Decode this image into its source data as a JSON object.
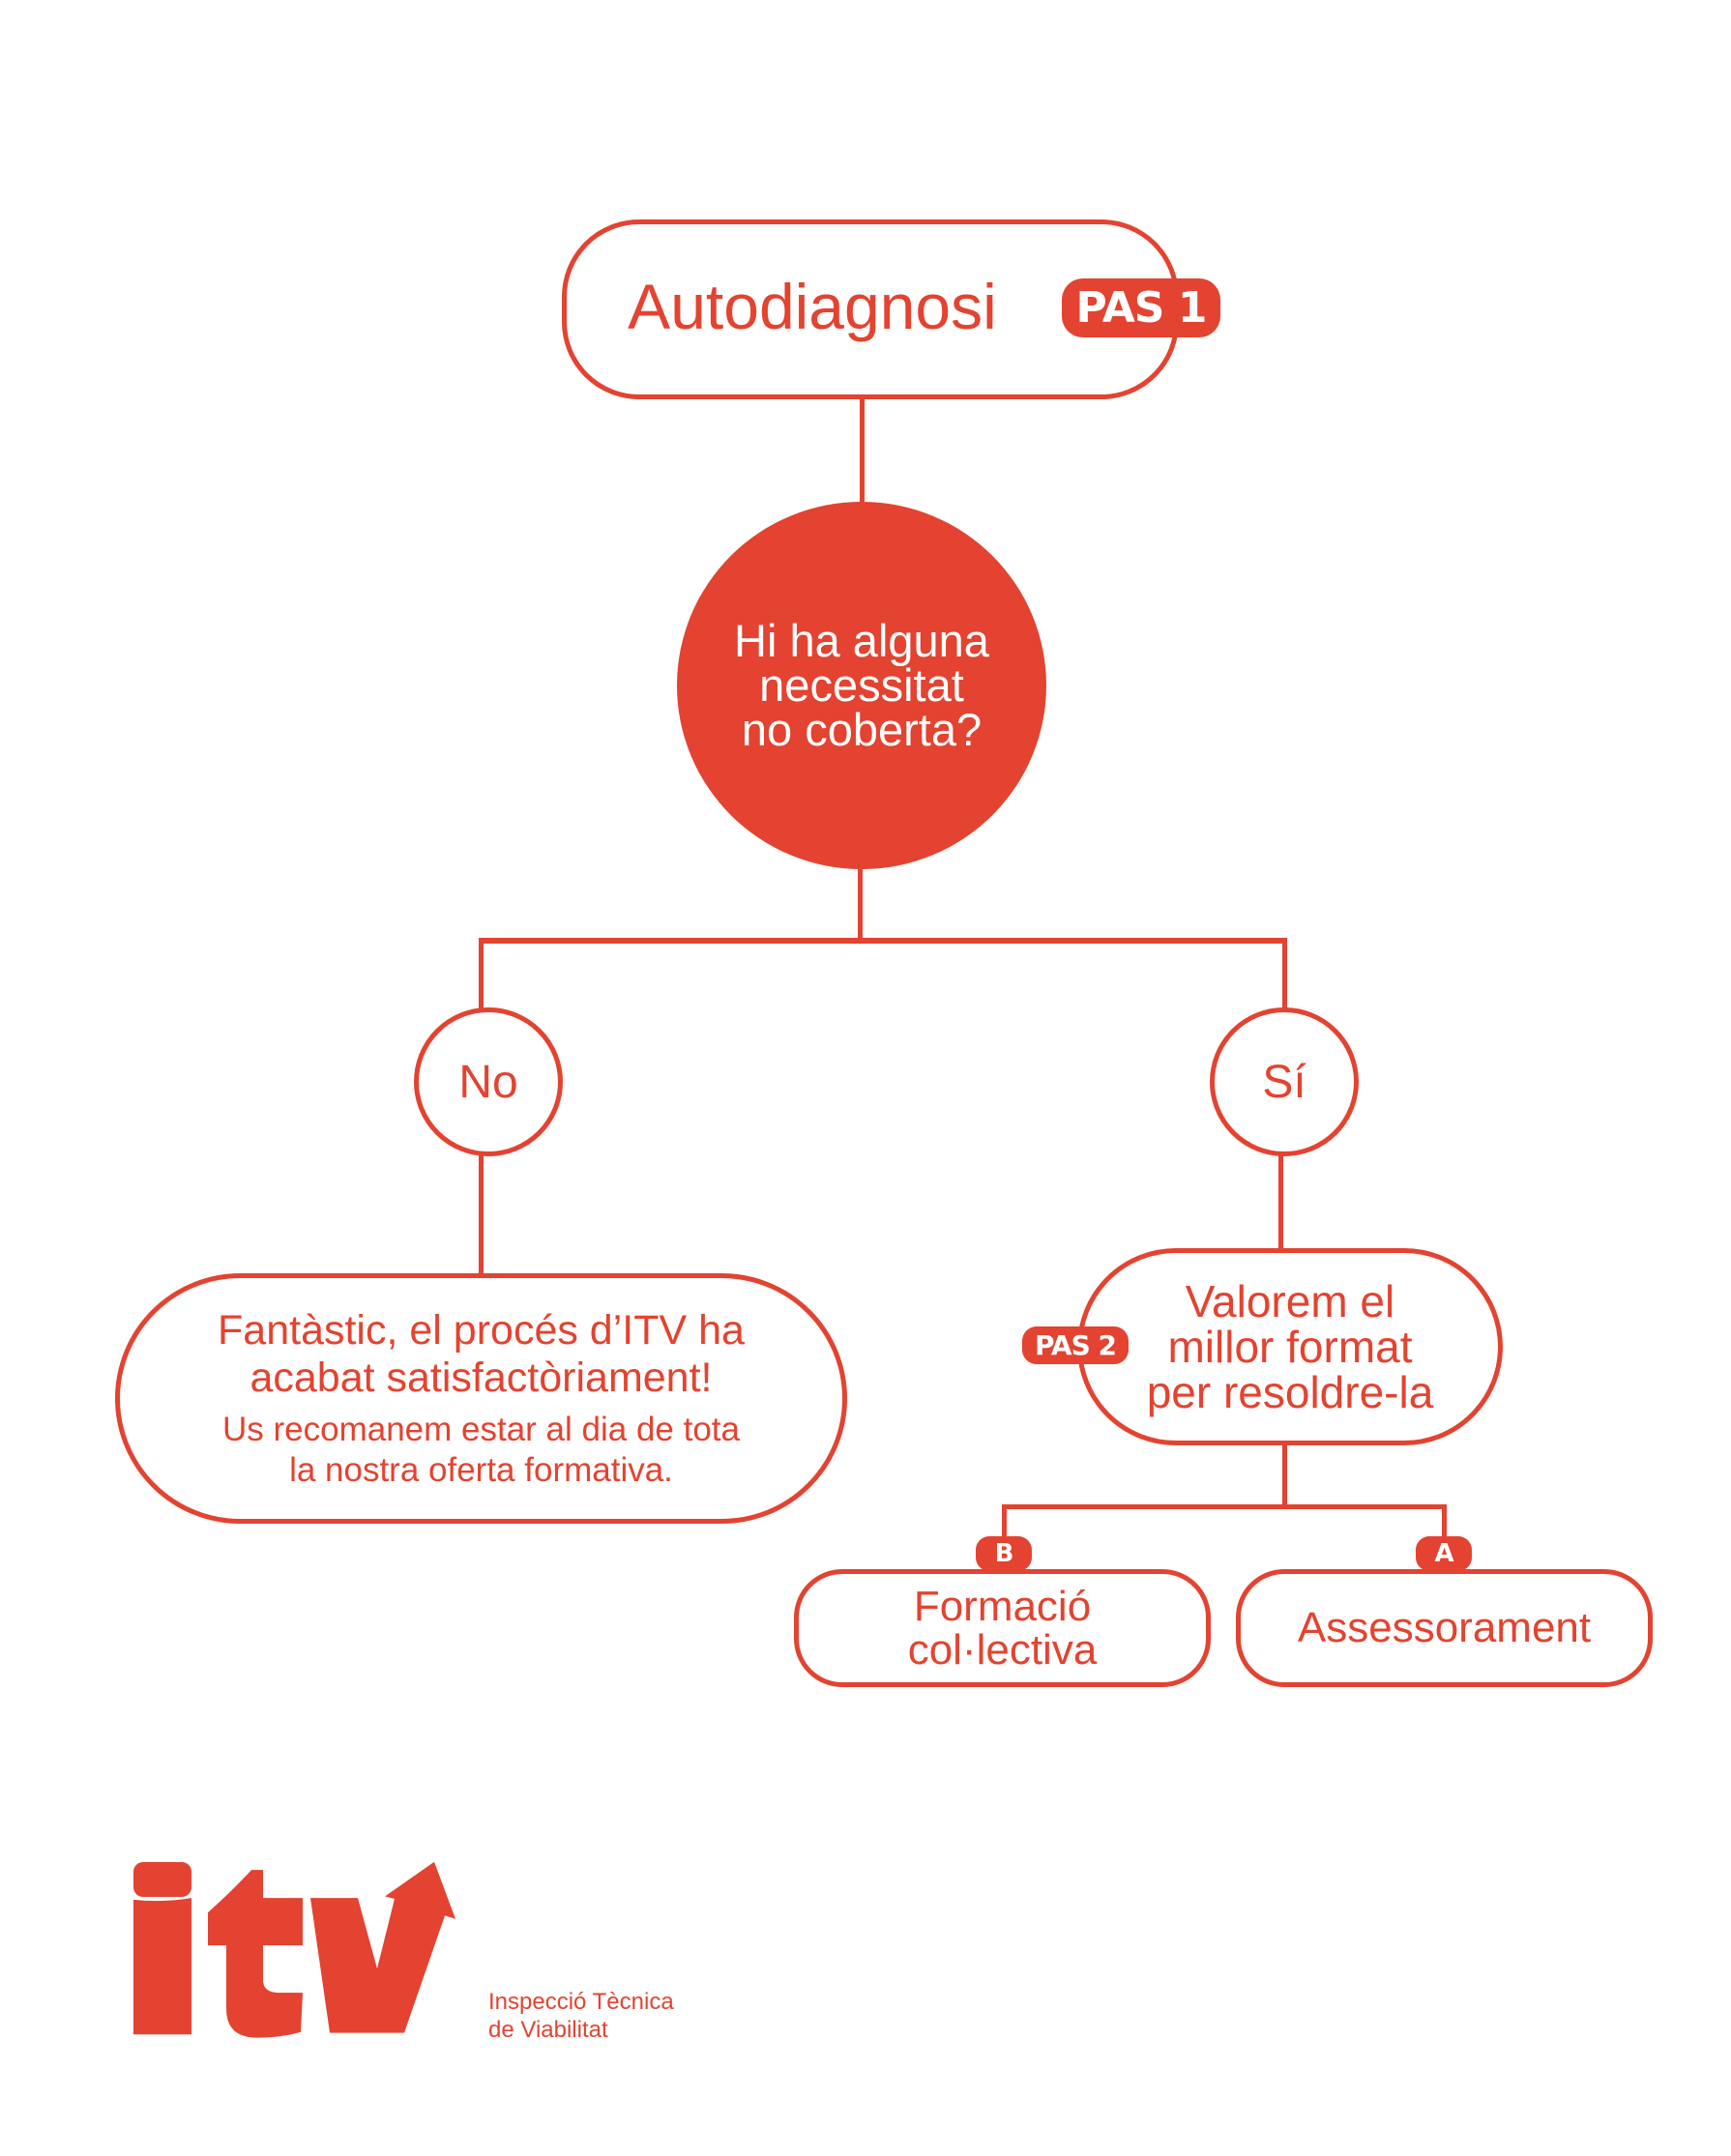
{
  "colors": {
    "accent": "#E34330",
    "background": "#FFFFFF",
    "badge_text": "#FFFFFF"
  },
  "step1": {
    "title": "Autodiagnosi",
    "badge": "PAS 1"
  },
  "question": {
    "lines": [
      "Hi ha alguna",
      "necessitat",
      "no coberta?"
    ]
  },
  "answers": {
    "no": "No",
    "yes": "Sí"
  },
  "no_result": {
    "headline_lines": [
      "Fantàstic, el procés d’ITV ha",
      "acabat satisfactòriament!"
    ],
    "sub_lines": [
      "Us recomanem estar al dia de tota",
      "la nostra oferta formativa."
    ]
  },
  "step2": {
    "badge": "PAS 2",
    "lines": [
      "Valorem el",
      "millor format",
      "per resoldre-la"
    ]
  },
  "options": [
    {
      "badge": "B",
      "lines": [
        "Formació",
        "col·lectiva"
      ]
    },
    {
      "badge": "A",
      "lines": [
        "Assessorament"
      ]
    }
  ],
  "logo": {
    "wordmark": "itv",
    "tagline_lines": [
      "Inspecció Tècnica",
      "de Viabilitat"
    ]
  }
}
